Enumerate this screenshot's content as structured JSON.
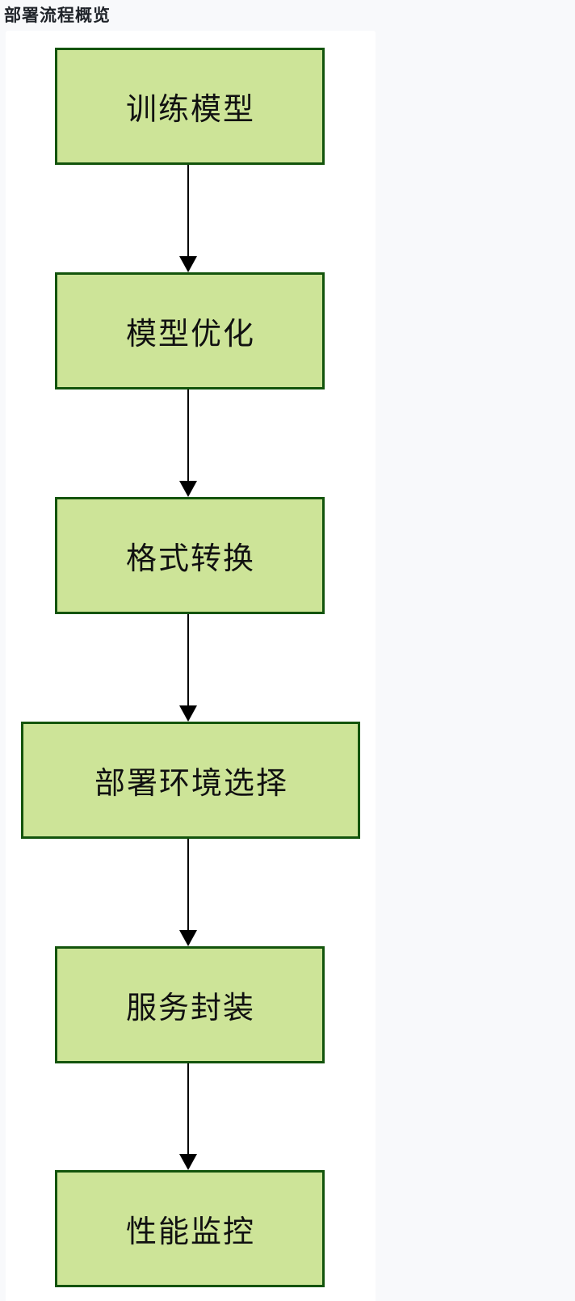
{
  "page": {
    "title": "部署流程概览",
    "background_color": "#f8f9fb",
    "panel_color": "#ffffff"
  },
  "flowchart": {
    "type": "flowchart",
    "direction": "top-down",
    "node_fill_color": "#cde498",
    "node_border_color": "#13540c",
    "node_text_color": "#111111",
    "arrow_color": "#000000",
    "nodes": [
      {
        "label": "训练模型"
      },
      {
        "label": "模型优化"
      },
      {
        "label": "格式转换"
      },
      {
        "label": "部署环境选择"
      },
      {
        "label": "服务封装"
      },
      {
        "label": "性能监控"
      }
    ],
    "edges": [
      {
        "from": "训练模型",
        "to": "模型优化"
      },
      {
        "from": "模型优化",
        "to": "格式转换"
      },
      {
        "from": "格式转换",
        "to": "部署环境选择"
      },
      {
        "from": "部署环境选择",
        "to": "服务封装"
      },
      {
        "from": "服务封装",
        "to": "性能监控"
      }
    ]
  }
}
